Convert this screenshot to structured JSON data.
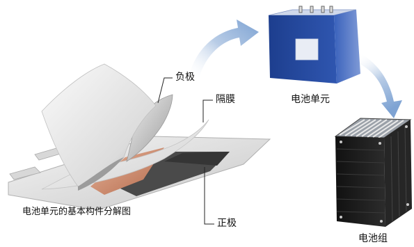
{
  "labels": {
    "negative": "负极",
    "separator": "隔膜",
    "positive": "正极",
    "cell": "电池单元",
    "module": "电池组",
    "caption": "电池单元的基本构件分解图"
  },
  "colors": {
    "arrow": "#9db8dc",
    "cell_blue": "#2a4a9a",
    "module_dark": "#1a1a1a",
    "copper": "#c98a6a"
  }
}
